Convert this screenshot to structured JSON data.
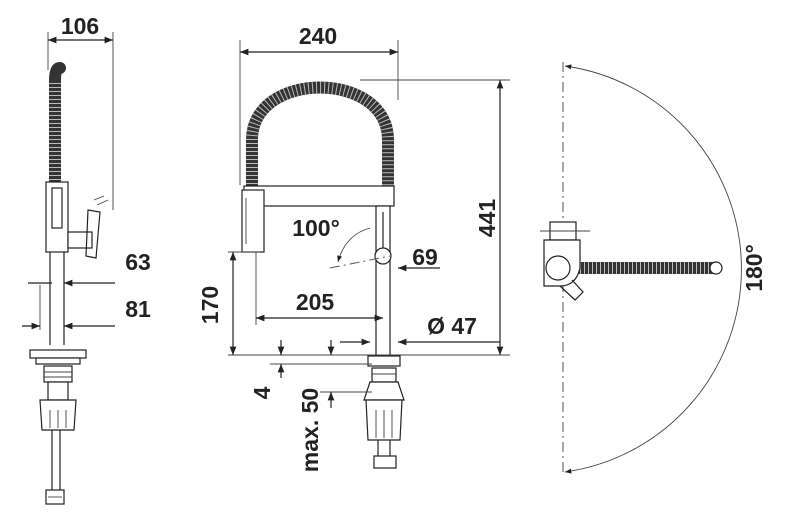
{
  "dimensions": {
    "side_width": "106",
    "side_spout_offset": "63",
    "side_base_offset": "81",
    "front_width": "240",
    "front_height": "441",
    "front_angle": "100°",
    "front_lever": "69",
    "front_170": "170",
    "front_205": "205",
    "front_diameter": "Ø 47",
    "front_4": "4",
    "front_max50": "max. 50",
    "top_rotation": "180°"
  }
}
